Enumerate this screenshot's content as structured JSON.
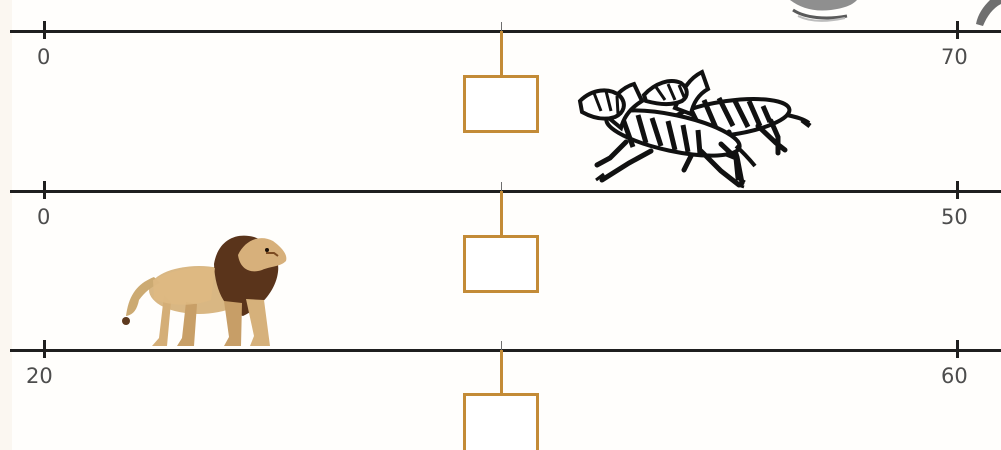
{
  "number_lines": [
    {
      "start_label": "0",
      "end_label": "70"
    },
    {
      "start_label": "0",
      "end_label": "50"
    },
    {
      "start_label": "20",
      "end_label": "60"
    }
  ],
  "illustrations": {
    "top_right_partial": "animal-partial-illustration",
    "middle": "running-zebras-illustration",
    "bottom": "standing-lion-illustration"
  },
  "colors": {
    "line": "#1f1f1f",
    "answer_box": "#c38b37",
    "label": "#4d4d4d"
  }
}
